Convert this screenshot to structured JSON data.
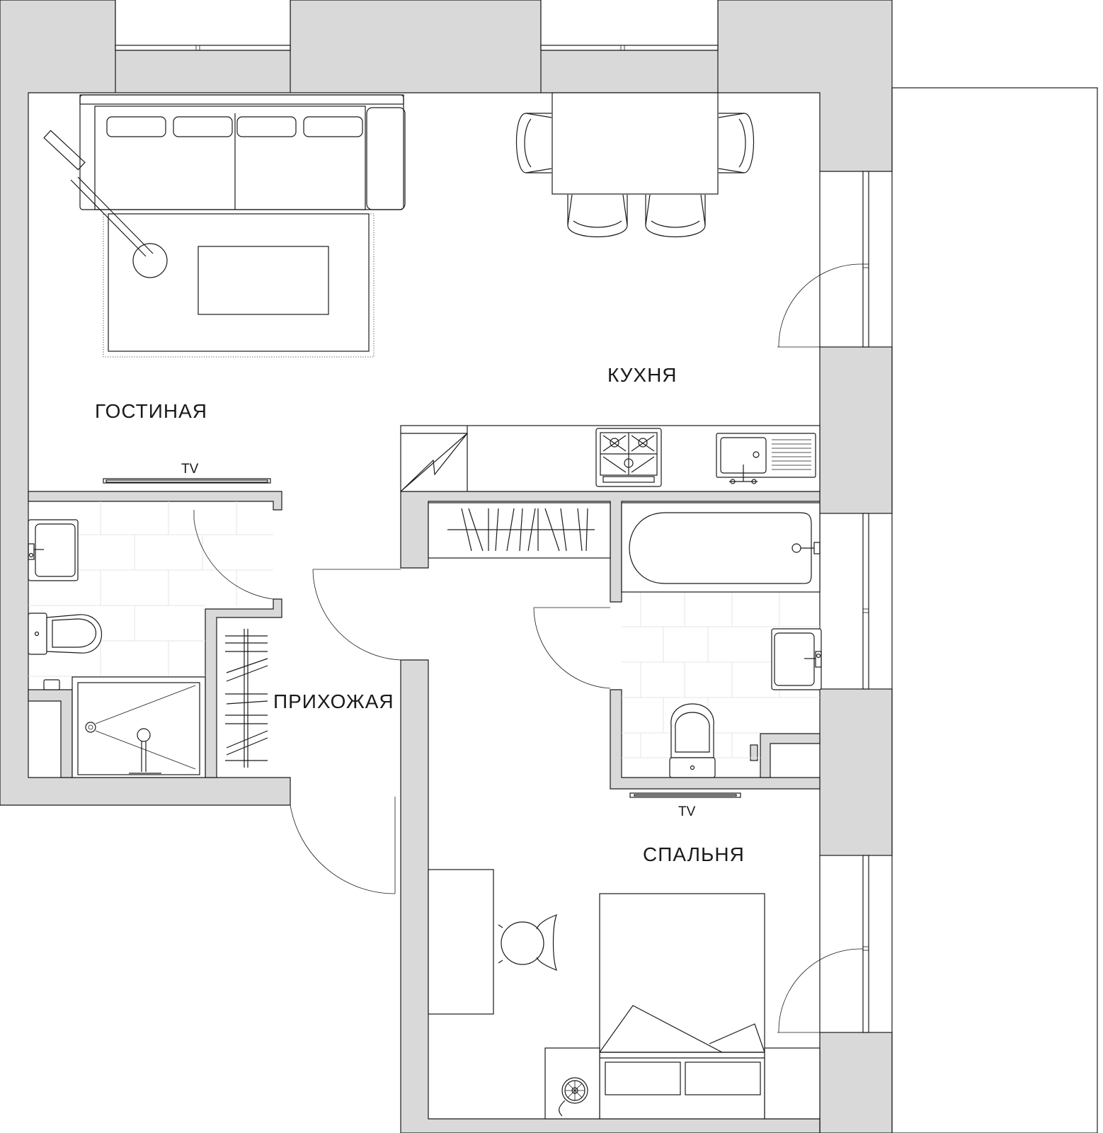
{
  "rooms": {
    "living": "ГОСТИНАЯ",
    "kitchen": "КУХНЯ",
    "hallway": "ПРИХОЖАЯ",
    "bedroom": "СПАЛЬНЯ"
  },
  "tv_labels": {
    "living_tv": "TV",
    "bedroom_tv": "TV"
  },
  "colors": {
    "wall_fill": "#d9d9d9",
    "line": "#1a1a1a",
    "floor": "#ffffff"
  }
}
